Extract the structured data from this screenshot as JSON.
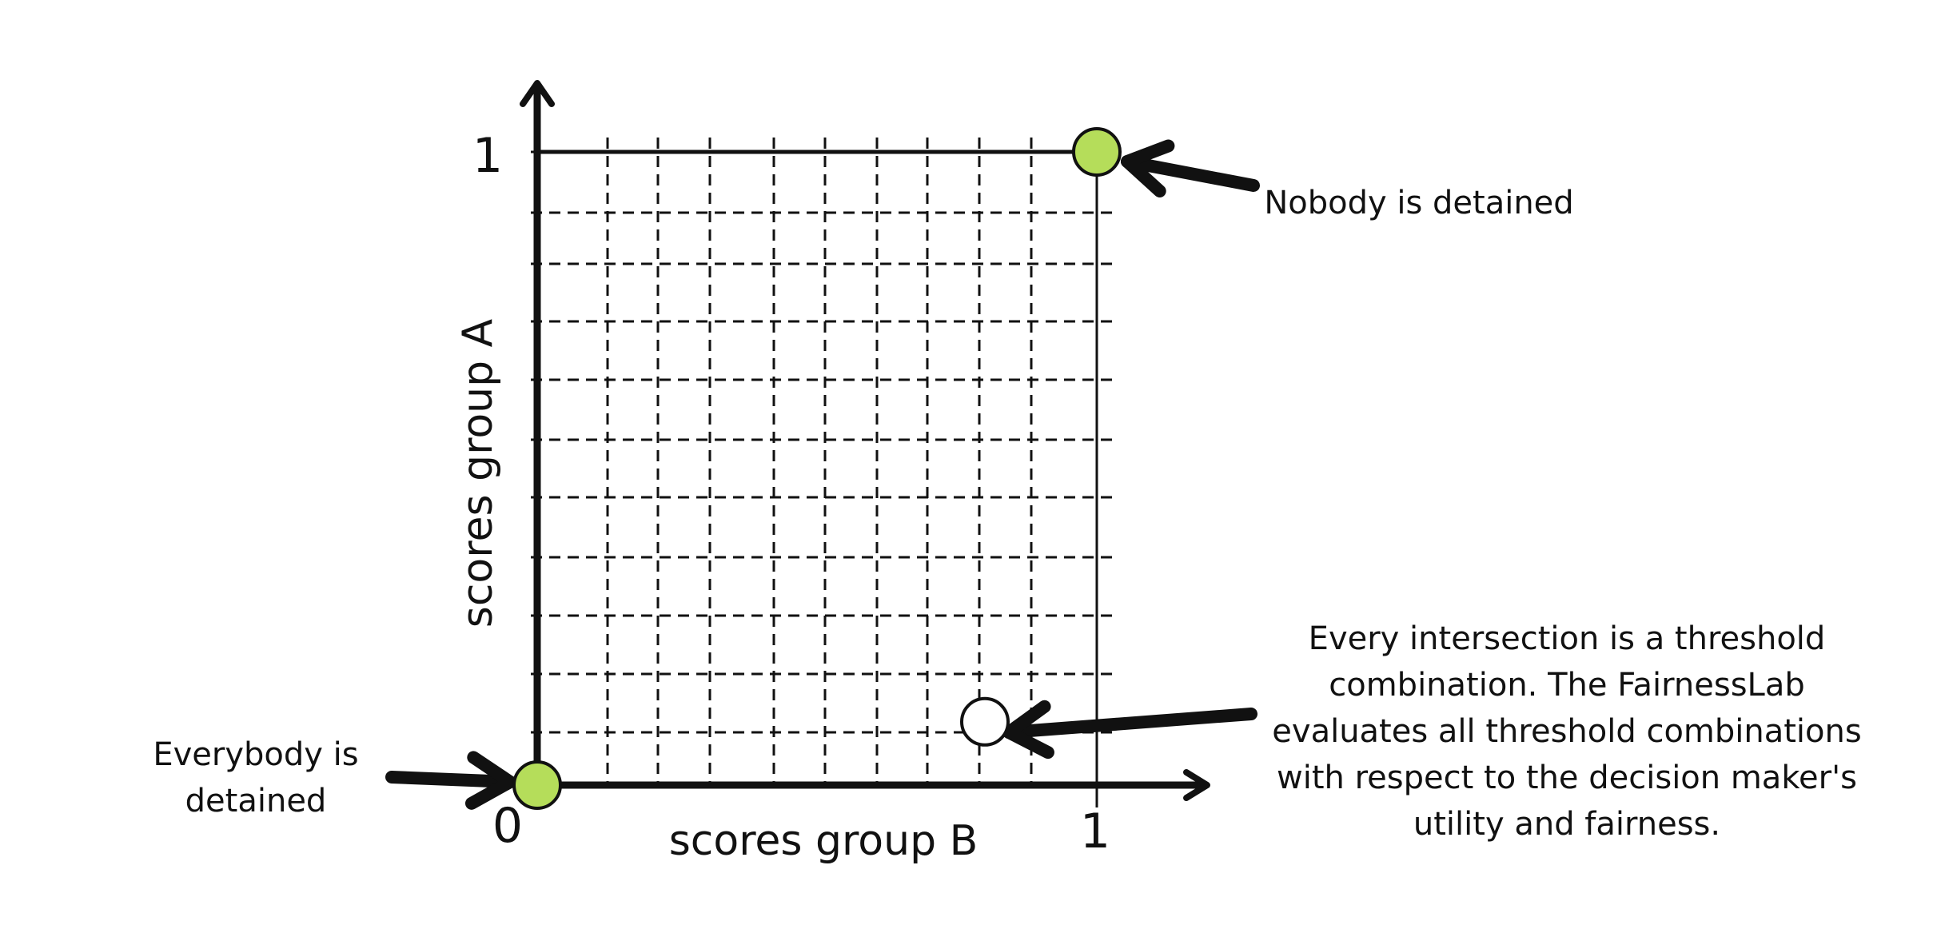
{
  "diagram": {
    "x_axis_label": "scores group B",
    "y_axis_label": "scores group A",
    "origin_label": "0",
    "x_max_label": "1",
    "y_max_label": "1",
    "grid_x_count": 11,
    "grid_y_count": 11,
    "point_fill": "#b5dd5a",
    "point_stroke": "#111111",
    "empty_point_fill": "#ffffff",
    "points": [
      {
        "id": "nobody-detained-point",
        "x": 1,
        "y": 1,
        "filled": true
      },
      {
        "id": "everybody-detained-point",
        "x": 0,
        "y": 0,
        "filled": true
      },
      {
        "id": "example-threshold-point",
        "x": 0.8,
        "y": 0.1,
        "filled": false
      }
    ],
    "annotations": {
      "nobody": "Nobody is detained",
      "everybody_line1": "Everybody is",
      "everybody_line2": "detained",
      "intersection_lines": [
        "Every intersection is a threshold",
        "combination. The FairnessLab",
        "evaluates all threshold combinations",
        "with respect to the decision maker's",
        "utility and fairness."
      ]
    }
  }
}
